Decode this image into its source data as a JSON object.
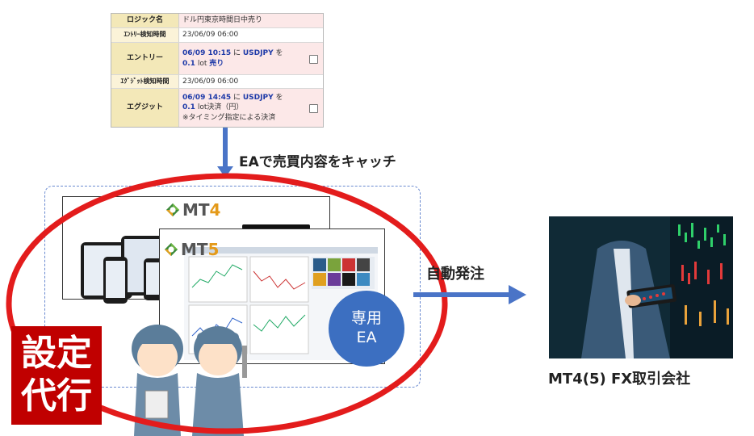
{
  "signal_table": {
    "rows": [
      {
        "label": "ロジック名",
        "value": "ドル円東京時間日中売り"
      },
      {
        "label": "ｴﾝﾄﾘｰ検知時間",
        "value": "23/06/09 06:00"
      },
      {
        "label": "エントリー",
        "time": "06/09 10:15",
        "mid": " に ",
        "pair": "USDJPY",
        "tail": " を",
        "lot": "0.1",
        "lot_unit": " lot ",
        "action": "売り"
      },
      {
        "label": "ｴｸﾞｼﾞｯﾄ検知時間",
        "value": "23/06/09 06:00"
      },
      {
        "label": "エグジット",
        "time": "06/09 14:45",
        "mid": " に ",
        "pair": "USDJPY",
        "tail": " を",
        "lot": "0.1",
        "lot_unit": " lot決済（円）",
        "note": "※タイミング指定による決済"
      }
    ]
  },
  "labels": {
    "catch": "EAで売買内容をキャッチ",
    "order": "自動発注",
    "broker": "MT4(5) FX取引会社",
    "ea_line1": "専用",
    "ea_line2": "EA",
    "setting_line1": "設定",
    "setting_line2": "代行"
  },
  "logos": {
    "mt4_text": "MT",
    "mt4_num": "4",
    "mt5_text": "MT",
    "mt5_num": "5"
  },
  "colors": {
    "arrow": "#4a74c7",
    "ring": "#e31c1c",
    "setting_badge": "#c00000",
    "ea_badge": "#3c6fc1"
  },
  "icons": {
    "mt_logo": "metatrader-logo-icon",
    "checkbox": "checkbox-icon"
  }
}
